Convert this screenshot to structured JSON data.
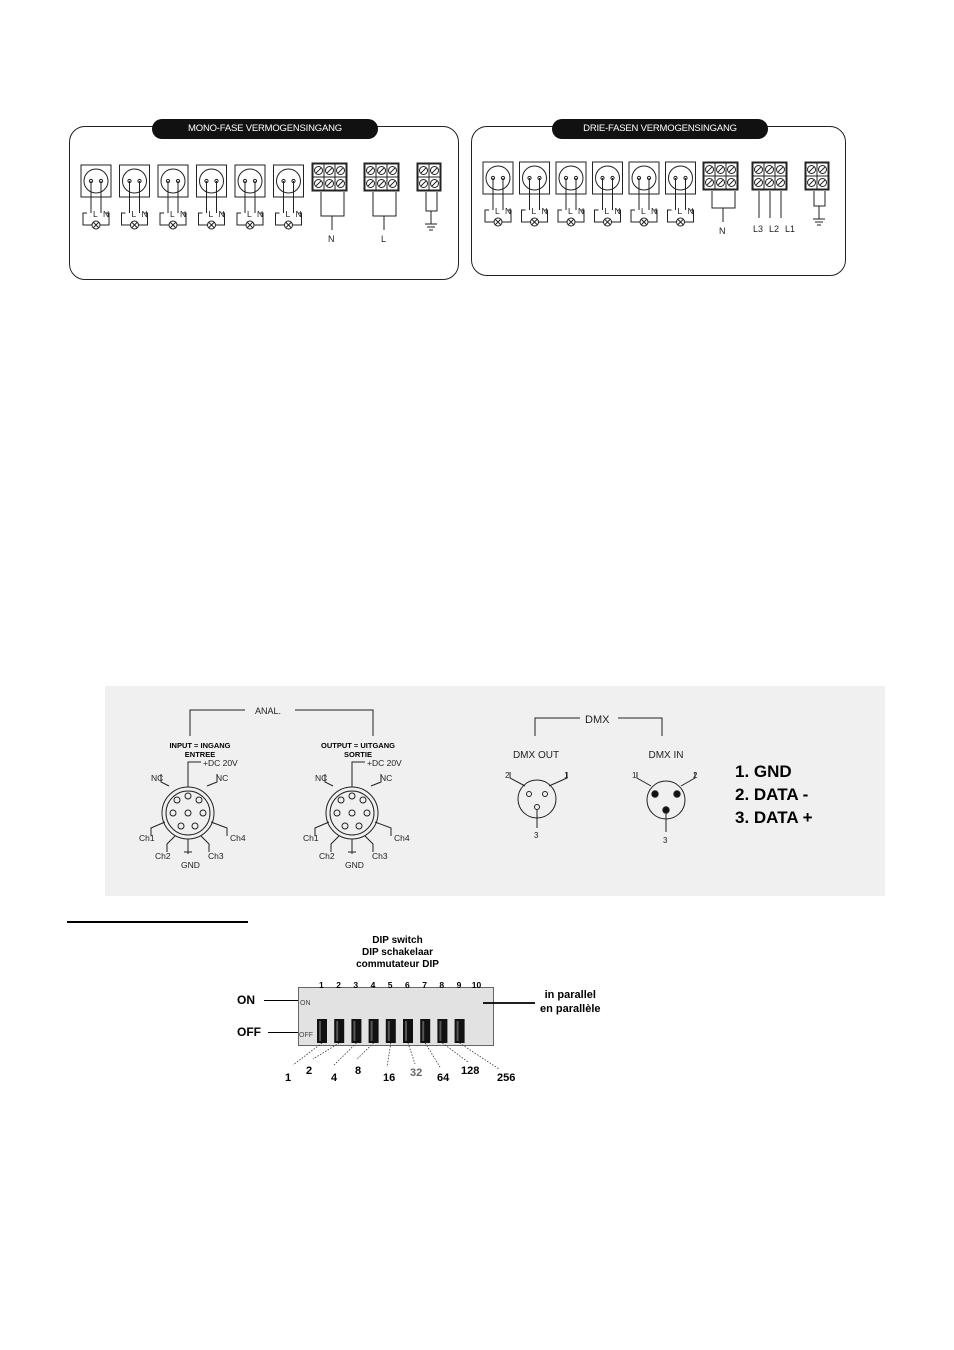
{
  "mono_panel": {
    "title": "MONO-FASE VERMOGENSINGANG",
    "channel_labels": [
      "L",
      "N"
    ],
    "terminal_labels": [
      "N",
      "L"
    ],
    "ground_symbol": "ground-icon"
  },
  "three_phase_panel": {
    "title": "DRIE-FASEN VERMOGENSINGANG",
    "channel_labels": [
      "L",
      "N"
    ],
    "terminal_labels": [
      "N",
      "L3",
      "L2",
      "L1"
    ],
    "ground_symbol": "ground-icon"
  },
  "analog": {
    "bracket_label": "ANAL.",
    "input_title": "INPUT = INGANG",
    "input_subtitle": "ENTREE",
    "output_title": "OUTPUT = UITGANG",
    "output_subtitle": "SORTIE",
    "pins": {
      "dc": "+DC 20V",
      "nc": "NC",
      "ch1": "Ch1",
      "ch2": "Ch2",
      "ch3": "Ch3",
      "ch4": "Ch4",
      "gnd": "GND"
    }
  },
  "dmx": {
    "bracket_label": "DMX",
    "out_label": "DMX OUT",
    "in_label": "DMX IN",
    "pin_numbers": [
      "1",
      "2",
      "3"
    ],
    "legend": [
      "1. GND",
      "2. DATA -",
      "3. DATA +"
    ]
  },
  "dip": {
    "title_lines": [
      "DIP switch",
      "DIP schakelaar",
      "commutateur DIP"
    ],
    "switch_numbers": [
      "1",
      "2",
      "3",
      "4",
      "5",
      "6",
      "7",
      "8",
      "9",
      "10"
    ],
    "on_label": "ON",
    "off_label": "OFF",
    "body_on": "ON",
    "body_off": "OFF",
    "parallel_lines": [
      "in parallel",
      "en parallèle"
    ],
    "weights": [
      "1",
      "2",
      "4",
      "8",
      "16",
      "32",
      "64",
      "128",
      "256"
    ]
  }
}
